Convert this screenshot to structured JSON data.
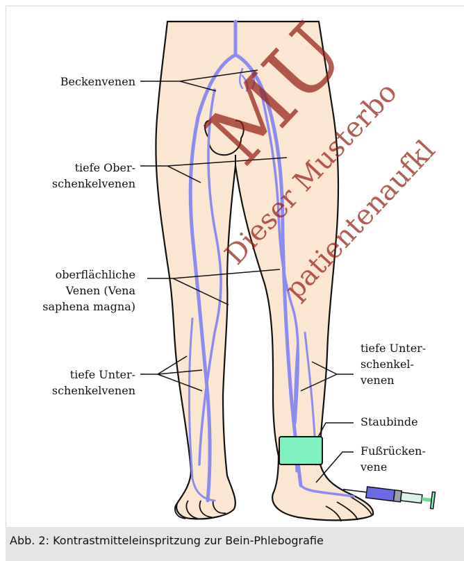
{
  "labels": {
    "beckenvenen": "Beckenvenen",
    "tiefe_oberschenkel_1": "tiefe Ober-",
    "tiefe_oberschenkel_2": "schenkelvenen",
    "oberflaechlich_1": "oberflächliche",
    "oberflaechlich_2": "Venen (Vena",
    "oberflaechlich_3": "saphena magna)",
    "tiefe_unterschenkel_l1": "tiefe Unter-",
    "tiefe_unterschenkel_l2": "schenkelvenen",
    "tiefe_unterschenkel_r1": "tiefe Unter-",
    "tiefe_unterschenkel_r2": "schenkel-",
    "tiefe_unterschenkel_r3": "venen",
    "staubinde": "Staubinde",
    "fussruecken_1": "Fußrücken-",
    "fussruecken_2": "vene"
  },
  "watermark": {
    "big": "MU",
    "line1": "Dieser Musterbo",
    "line2": "patientenaufkl"
  },
  "caption": "Abb. 2: Kontrastmitteleinspritzung zur Bein-Phlebografie",
  "colors": {
    "skin": "#fbe6d2",
    "vein": "#8c8cf0",
    "tourniquet": "#7ff0c0",
    "outline": "#111111",
    "caption_bg": "#e5e5e5",
    "watermark": "#961e14"
  }
}
